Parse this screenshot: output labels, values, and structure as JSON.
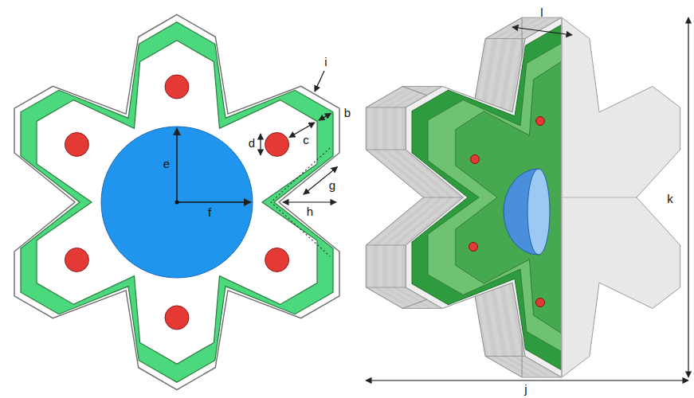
{
  "diagram": {
    "labels": [
      "l",
      "i",
      "b",
      "c",
      "d",
      "e",
      "g",
      "k",
      "f",
      "h",
      "j"
    ]
  }
}
